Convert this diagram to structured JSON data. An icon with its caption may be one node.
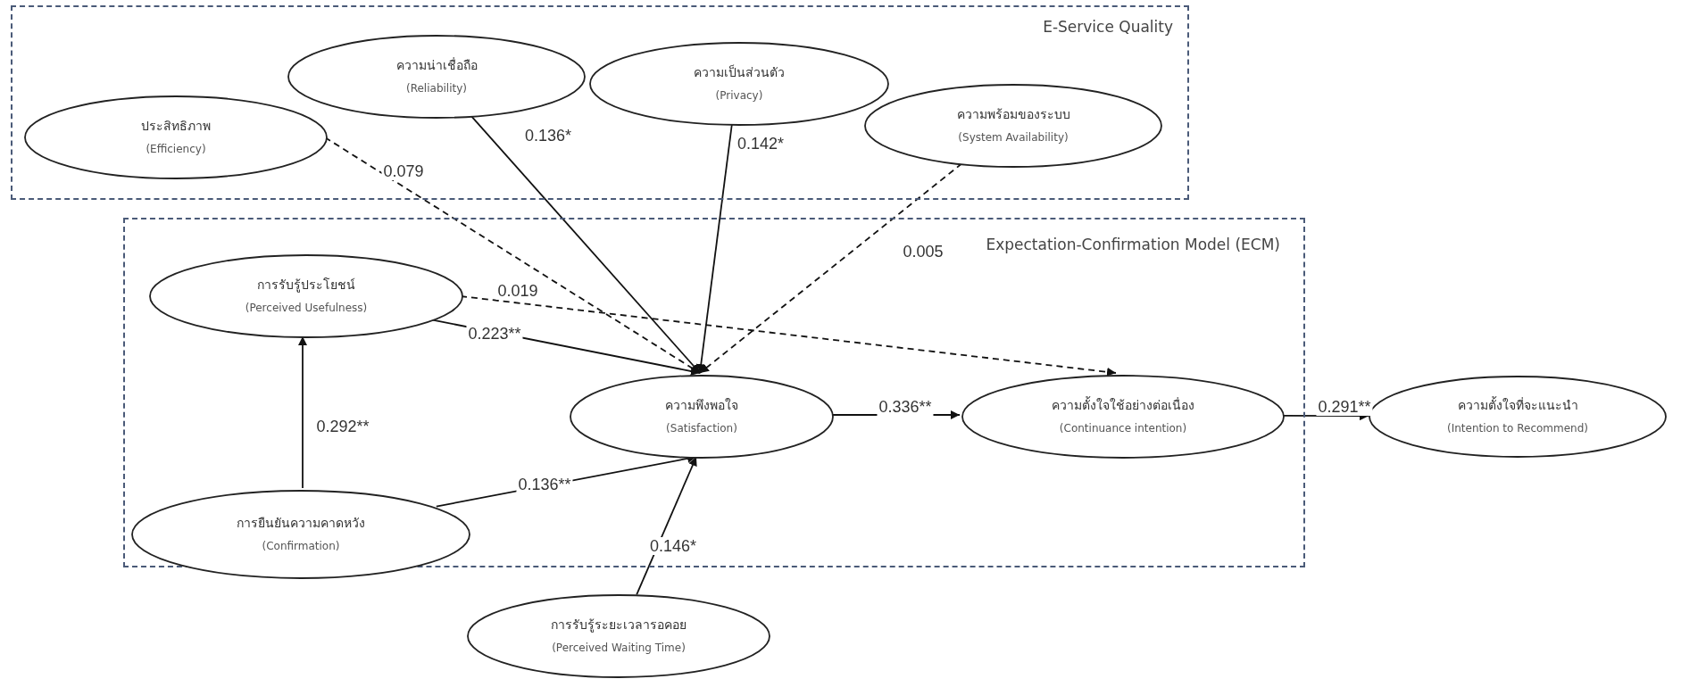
{
  "diagram": {
    "nodes": [
      {
        "text": [
          "E-Service Quality"
        ]
      },
      {
        "text": [
          "ประสิทธิภาพ",
          "(Efficiency)"
        ],
        "in": 0
      },
      {
        "text": [
          "ความน่าเชื่อถือ",
          "(Reliability)"
        ],
        "in": 0
      },
      {
        "text": [
          "ความเป็นส่วนตัว",
          "(Privacy)"
        ],
        "in": 0
      },
      {
        "text": [
          "ความพร้อมของระบบ",
          "(System Availability)"
        ],
        "in": 0
      },
      {
        "text": [
          "Expectation-Confirmation Model (ECM)"
        ]
      },
      {
        "text": [
          "การรับรู้ประโยชน์",
          "(Perceived Usefulness)"
        ],
        "in": 5
      },
      {
        "text": [
          "ความพึงพอใจ",
          "(Satisfaction)"
        ],
        "in": 5
      },
      {
        "text": [
          "ความตั้งใจใช้อย่างต่อเนื่อง",
          "(Continuance intention)"
        ],
        "in": 5
      },
      {
        "text": [
          "การยืนยันความคาดหวัง",
          "(Confirmation)"
        ],
        "in": 5
      },
      {
        "text": [
          "ความตั้งใจที่จะแนะนำ",
          "(Intention to Recommend)"
        ]
      },
      {
        "text": [
          "การรับรู้ระยะเวลารอคอย",
          "(Perceived Waiting Time)"
        ]
      }
    ],
    "edges": [
      {
        "from": 1,
        "to": 7,
        "arrow": "to",
        "label": "0.079",
        "style": "dashed"
      },
      {
        "from": 2,
        "to": 7,
        "arrow": "to",
        "label": "0.136*"
      },
      {
        "from": 3,
        "to": 7,
        "arrow": "to",
        "label": "0.142*"
      },
      {
        "from": 4,
        "to": 7,
        "arrow": "to",
        "label": "0.005",
        "style": "dashed"
      },
      {
        "from": 6,
        "to": 8,
        "arrow": "to",
        "label": "0.019",
        "style": "dashed"
      },
      {
        "from": 6,
        "to": 7,
        "arrow": "to",
        "label": "0.223**"
      },
      {
        "from": 9,
        "to": 6,
        "arrow": "to",
        "label": "0.292**"
      },
      {
        "from": 9,
        "to": 7,
        "arrow": "to",
        "label": "0.136**"
      },
      {
        "from": 11,
        "to": 7,
        "arrow": "to",
        "label": "0.146*"
      },
      {
        "from": 7,
        "to": 8,
        "arrow": "to",
        "label": "0.336**"
      },
      {
        "from": 8,
        "to": 10,
        "arrow": "to",
        "label": "0.291**"
      }
    ]
  }
}
